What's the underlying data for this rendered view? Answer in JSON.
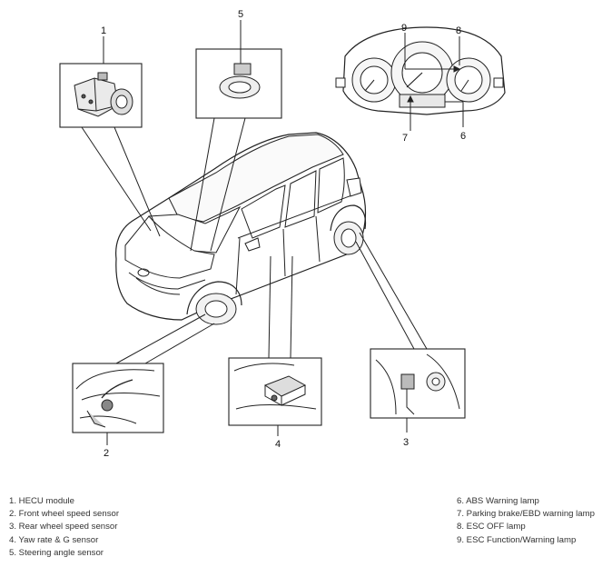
{
  "callouts": {
    "n1": "1",
    "n2": "2",
    "n3": "3",
    "n4": "4",
    "n5": "5",
    "n6": "6",
    "n7": "7",
    "n8": "8",
    "n9": "9"
  },
  "legend": {
    "left": [
      "1. HECU module",
      "2. Front wheel speed sensor",
      "3. Rear wheel speed sensor",
      "4. Yaw rate & G sensor",
      "5. Steering angle sensor"
    ],
    "right": [
      "6. ABS Warning lamp",
      "7. Parking brake/EBD warning lamp",
      "8. ESC OFF lamp",
      "9. ESC Function/Warning lamp"
    ]
  },
  "colors": {
    "line": "#222222",
    "fill": "#ffffff",
    "shade": "#e6e6e6"
  }
}
